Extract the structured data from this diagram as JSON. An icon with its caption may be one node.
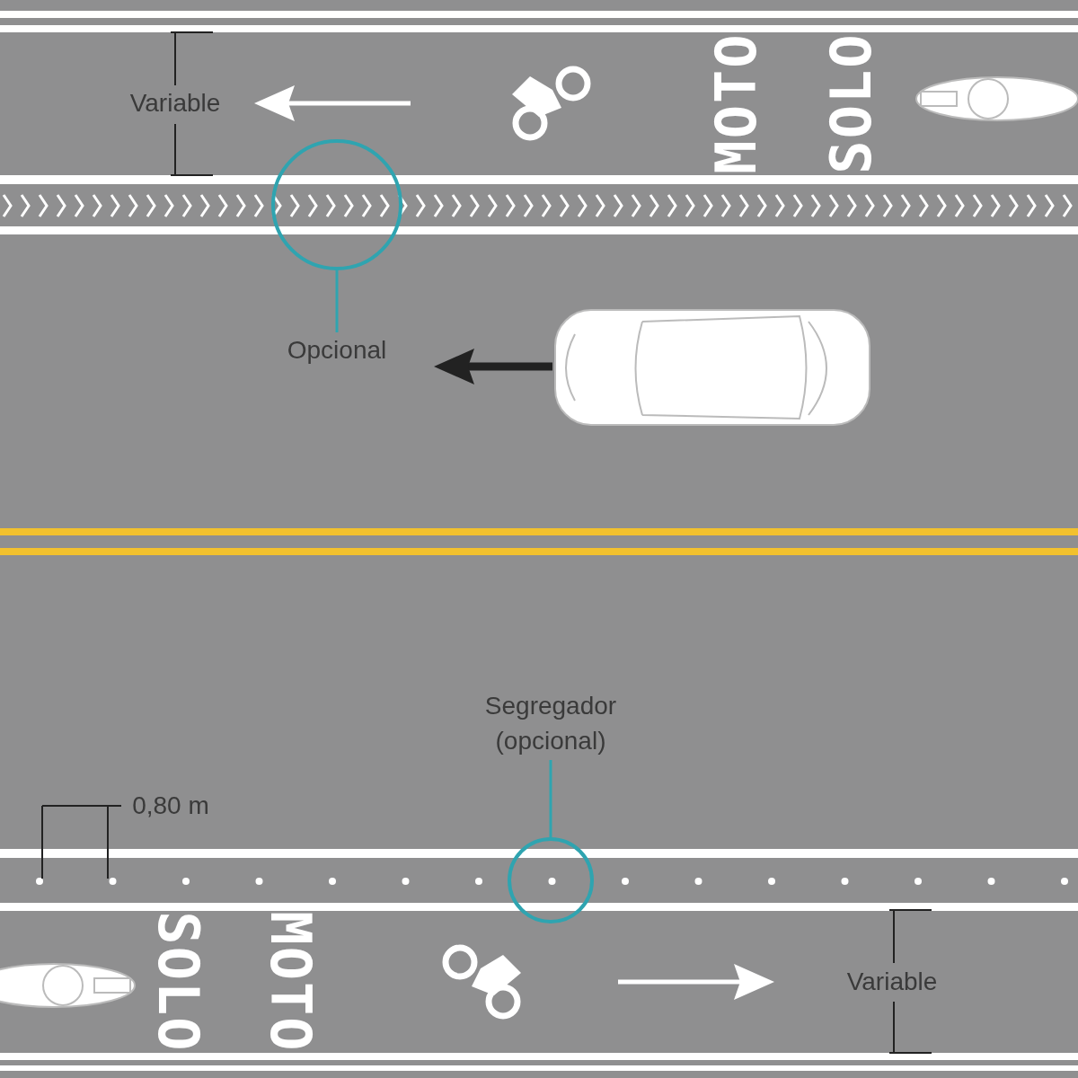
{
  "diagram": {
    "nodes": [
      {
        "text": [
          "Opcional"
        ]
      },
      {
        "text": [],
        "shape": "circle"
      },
      {
        "text": [
          "Segregador (opcional)"
        ]
      },
      {
        "text": [],
        "shape": "circle"
      }
    ],
    "edges": [
      {
        "from": 0,
        "to": 1,
        "arrow": "none"
      },
      {
        "from": 2,
        "to": 3,
        "arrow": "none"
      }
    ],
    "labels": [
      "Variable",
      "MOTO",
      "SOLO",
      "0,80 m",
      "SOLO",
      "MOTO",
      "Variable"
    ]
  }
}
